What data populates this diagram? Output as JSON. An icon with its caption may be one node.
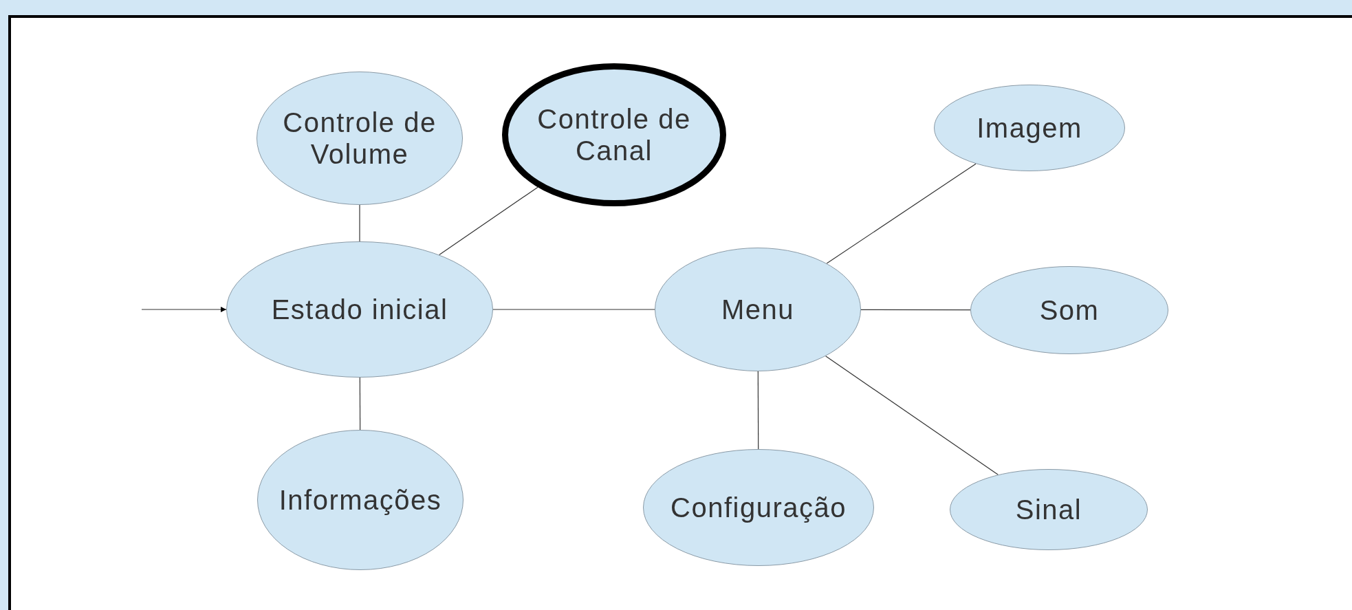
{
  "diagram": {
    "nodes": [
      {
        "text": [
          "Controle de Volume"
        ]
      },
      {
        "text": [
          "Controle de Canal"
        ]
      },
      {
        "text": [
          "Imagem"
        ]
      },
      {
        "text": [
          "Estado inicial"
        ]
      },
      {
        "text": [
          "Menu"
        ]
      },
      {
        "text": [
          "Som"
        ]
      },
      {
        "text": [
          "Informações"
        ]
      },
      {
        "text": [
          "Configuração"
        ]
      },
      {
        "text": [
          "Sinal"
        ]
      }
    ],
    "edges": [
      {
        "from": null,
        "to": 3,
        "arrow": "to"
      },
      {
        "from": 0,
        "to": 3,
        "arrow": "none"
      },
      {
        "from": 1,
        "to": 3,
        "arrow": "none"
      },
      {
        "from": 3,
        "to": 4,
        "arrow": "none"
      },
      {
        "from": 3,
        "to": 6,
        "arrow": "none"
      },
      {
        "from": 4,
        "to": 2,
        "arrow": "none"
      },
      {
        "from": 4,
        "to": 5,
        "arrow": "none"
      },
      {
        "from": 4,
        "to": 7,
        "arrow": "none"
      },
      {
        "from": 4,
        "to": 8,
        "arrow": "none"
      }
    ]
  }
}
